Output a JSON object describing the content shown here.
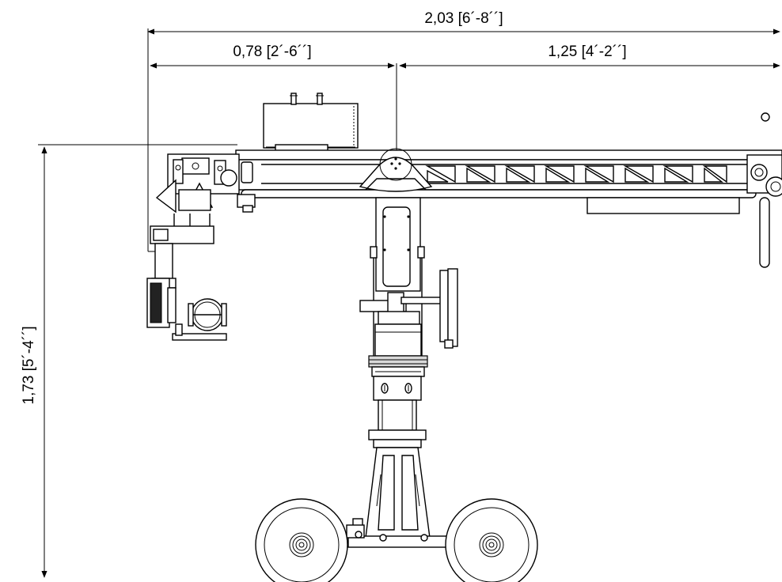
{
  "dimensions": {
    "total_width": "2,03  [6´-8´´]",
    "rear_section": "0,78 [2´-6´´]",
    "front_section": "1,25 [4´-2´´]",
    "height": "1,73 [5´-4´´]"
  },
  "colors": {
    "line": "#000000",
    "background": "#ffffff",
    "shade": "#d9d9d9"
  }
}
